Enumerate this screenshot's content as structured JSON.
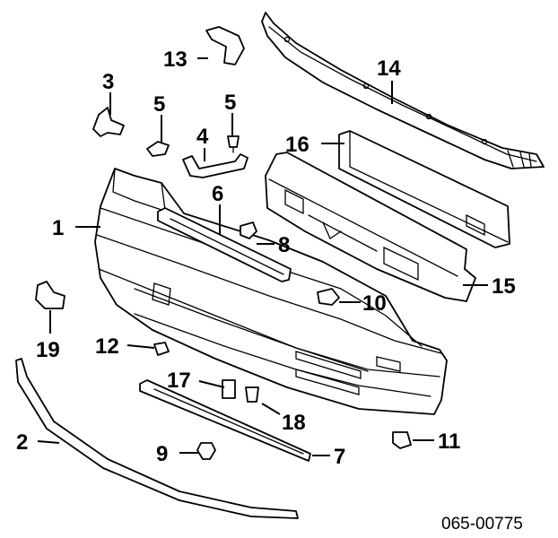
{
  "diagram": {
    "drawing_code": "065-00775",
    "callouts": [
      {
        "id": "c1",
        "label": "1"
      },
      {
        "id": "c2",
        "label": "2"
      },
      {
        "id": "c3",
        "label": "3"
      },
      {
        "id": "c4",
        "label": "4"
      },
      {
        "id": "c5a",
        "label": "5"
      },
      {
        "id": "c5b",
        "label": "5"
      },
      {
        "id": "c6",
        "label": "6"
      },
      {
        "id": "c7",
        "label": "7"
      },
      {
        "id": "c8",
        "label": "8"
      },
      {
        "id": "c9",
        "label": "9"
      },
      {
        "id": "c10",
        "label": "10"
      },
      {
        "id": "c11",
        "label": "11"
      },
      {
        "id": "c12",
        "label": "12"
      },
      {
        "id": "c13",
        "label": "13"
      },
      {
        "id": "c14",
        "label": "14"
      },
      {
        "id": "c15",
        "label": "15"
      },
      {
        "id": "c16",
        "label": "16"
      },
      {
        "id": "c17",
        "label": "17"
      },
      {
        "id": "c18",
        "label": "18"
      },
      {
        "id": "c19",
        "label": "19"
      }
    ]
  }
}
